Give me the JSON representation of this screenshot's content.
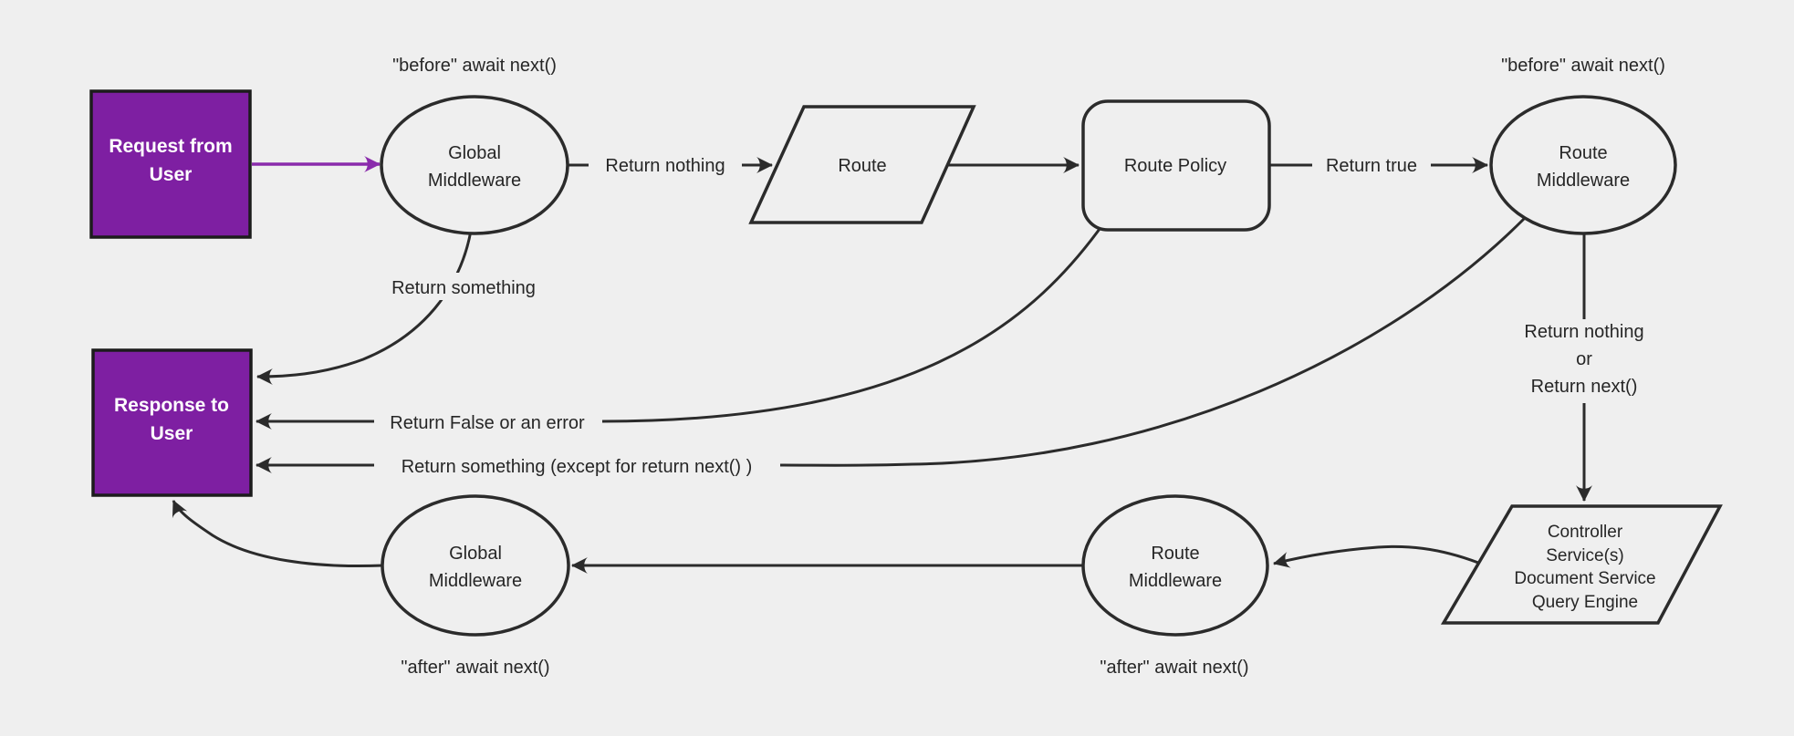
{
  "diagram_title": "request-response middleware flow",
  "colors": {
    "background": "#efefef",
    "node_fill": "#efefef",
    "stroke": "#2b2b2b",
    "accent_fill": "#7e1fa2",
    "accent_arrow": "#8a2bac",
    "text": "#262626",
    "accent_text": "#ffffff"
  },
  "nodes": {
    "request": {
      "lines": [
        "Request from",
        "User"
      ]
    },
    "global_middleware_top": {
      "lines": [
        "Global",
        "Middleware"
      ]
    },
    "route": {
      "label": "Route"
    },
    "route_policy": {
      "label": "Route Policy"
    },
    "route_middleware_top": {
      "lines": [
        "Route",
        "Middleware"
      ]
    },
    "response": {
      "lines": [
        "Response to",
        "User"
      ]
    },
    "controller": {
      "lines": [
        "Controller",
        "Service(s)",
        "Document Service",
        "Query Engine"
      ]
    },
    "route_middleware_bottom": {
      "lines": [
        "Route",
        "Middleware"
      ]
    },
    "global_middleware_bottom": {
      "lines": [
        "Global",
        "Middleware"
      ]
    }
  },
  "annotations": {
    "global_before": "\"before\" await next()",
    "route_before": "\"before\" await next()",
    "route_after": "\"after\" await next()",
    "global_after": "\"after\" await next()"
  },
  "edge_labels": {
    "return_nothing": "Return nothing",
    "return_true": "Return true",
    "return_something": "Return something",
    "return_false_or_error": "Return False or an error",
    "return_something_except": "Return something (except for return next() )",
    "return_nothing_or_next": [
      "Return nothing",
      "or",
      "Return next()"
    ]
  }
}
